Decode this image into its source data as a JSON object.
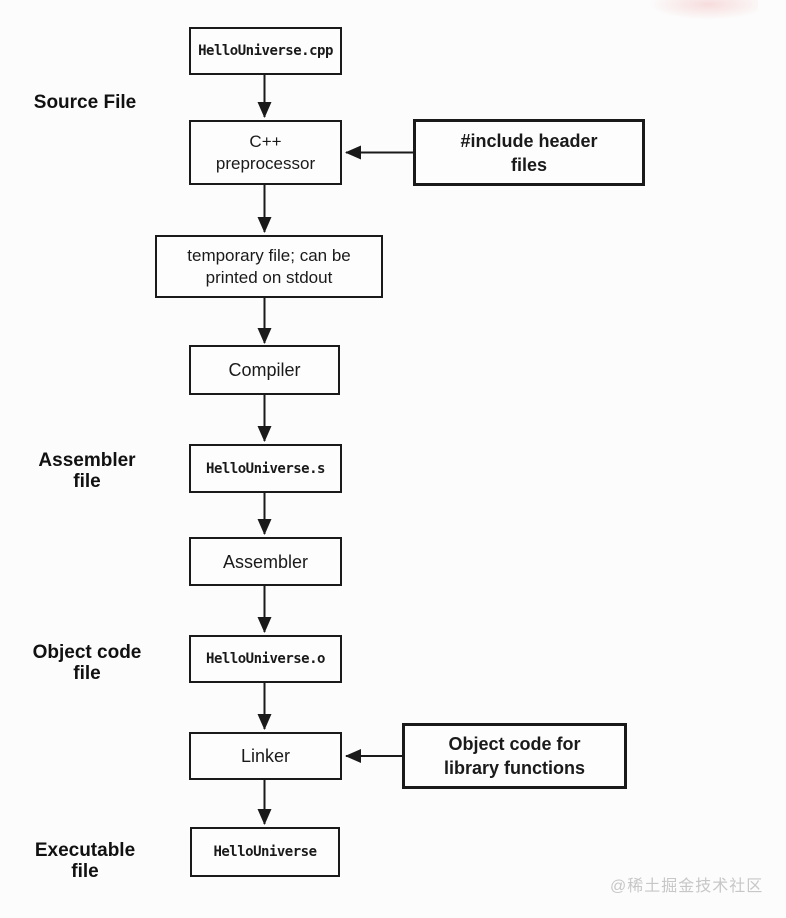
{
  "page": {
    "background": "#fcfcfc"
  },
  "diagram": {
    "type": "flowchart",
    "subject": "C++ compilation pipeline for HelloUniverse.cpp",
    "stage_labels": [
      {
        "id": "source-file",
        "label": "Source File"
      },
      {
        "id": "assembler-file",
        "label": "Assembler\nfile"
      },
      {
        "id": "object-code-file",
        "label": "Object code\nfile"
      },
      {
        "id": "executable-file",
        "label": "Executable\nfile"
      }
    ],
    "nodes": {
      "source": {
        "label": "HelloUniverse.cpp",
        "kind": "file"
      },
      "preprocessor": {
        "label": "C++\npreprocessor",
        "kind": "process"
      },
      "include_headers": {
        "label": "#include header\nfiles",
        "kind": "input"
      },
      "temp_file": {
        "label": "temporary file; can be\nprinted on stdout",
        "kind": "file"
      },
      "compiler": {
        "label": "Compiler",
        "kind": "process"
      },
      "asm_file": {
        "label": "HelloUniverse.s",
        "kind": "file"
      },
      "assembler": {
        "label": "Assembler",
        "kind": "process"
      },
      "obj_file": {
        "label": "HelloUniverse.o",
        "kind": "file"
      },
      "linker": {
        "label": "Linker",
        "kind": "process"
      },
      "lib_objects": {
        "label": "Object code for\nlibrary functions",
        "kind": "input"
      },
      "executable": {
        "label": "HelloUniverse",
        "kind": "file"
      }
    },
    "edges": [
      {
        "from": "source",
        "to": "preprocessor",
        "direction": "down"
      },
      {
        "from": "include_headers",
        "to": "preprocessor",
        "direction": "left"
      },
      {
        "from": "preprocessor",
        "to": "temp_file",
        "direction": "down"
      },
      {
        "from": "temp_file",
        "to": "compiler",
        "direction": "down"
      },
      {
        "from": "compiler",
        "to": "asm_file",
        "direction": "down"
      },
      {
        "from": "asm_file",
        "to": "assembler",
        "direction": "down"
      },
      {
        "from": "assembler",
        "to": "obj_file",
        "direction": "down"
      },
      {
        "from": "obj_file",
        "to": "linker",
        "direction": "down"
      },
      {
        "from": "lib_objects",
        "to": "linker",
        "direction": "left"
      },
      {
        "from": "linker",
        "to": "executable",
        "direction": "down"
      }
    ],
    "colors": {
      "stroke": "#1a1a1a",
      "box_fill": "#fdfdfd",
      "text": "#1a1a1a"
    }
  },
  "watermark": {
    "text": "@稀土掘金技术社区",
    "color": "#c7c7c7"
  }
}
